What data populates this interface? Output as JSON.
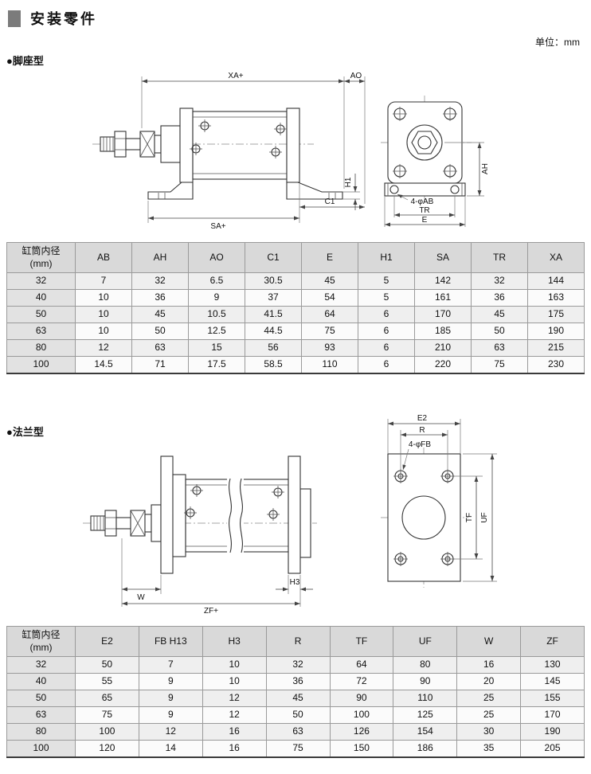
{
  "page": {
    "title": "安装零件",
    "unit": "单位：mm"
  },
  "foot": {
    "heading": "●脚座型",
    "drawing": {
      "xa": "XA+",
      "ao": "AO",
      "h1": "H1",
      "sa": "SA+",
      "c1": "C1",
      "ab": "4-φAB",
      "tr": "TR",
      "e": "E",
      "ah": "AH"
    },
    "table": {
      "bore_header": "缸筒内径",
      "bore_header_sub": "(mm)",
      "columns": [
        "AB",
        "AH",
        "AO",
        "C1",
        "E",
        "H1",
        "SA",
        "TR",
        "XA"
      ],
      "rows": [
        {
          "bore": "32",
          "values": [
            "7",
            "32",
            "6.5",
            "30.5",
            "45",
            "5",
            "142",
            "32",
            "144"
          ]
        },
        {
          "bore": "40",
          "values": [
            "10",
            "36",
            "9",
            "37",
            "54",
            "5",
            "161",
            "36",
            "163"
          ]
        },
        {
          "bore": "50",
          "values": [
            "10",
            "45",
            "10.5",
            "41.5",
            "64",
            "6",
            "170",
            "45",
            "175"
          ]
        },
        {
          "bore": "63",
          "values": [
            "10",
            "50",
            "12.5",
            "44.5",
            "75",
            "6",
            "185",
            "50",
            "190"
          ]
        },
        {
          "bore": "80",
          "values": [
            "12",
            "63",
            "15",
            "56",
            "93",
            "6",
            "210",
            "63",
            "215"
          ]
        },
        {
          "bore": "100",
          "values": [
            "14.5",
            "71",
            "17.5",
            "58.5",
            "110",
            "6",
            "220",
            "75",
            "230"
          ]
        }
      ]
    }
  },
  "flange": {
    "heading": "●法兰型",
    "drawing": {
      "e2": "E2",
      "r": "R",
      "fb": "4-φFB",
      "w": "W",
      "zf": "ZF+",
      "h3": "H3",
      "tf": "TF",
      "uf": "UF"
    },
    "table": {
      "bore_header": "缸筒内径",
      "bore_header_sub": "(mm)",
      "columns": [
        "E2",
        "FB H13",
        "H3",
        "R",
        "TF",
        "UF",
        "W",
        "ZF"
      ],
      "rows": [
        {
          "bore": "32",
          "values": [
            "50",
            "7",
            "10",
            "32",
            "64",
            "80",
            "16",
            "130"
          ]
        },
        {
          "bore": "40",
          "values": [
            "55",
            "9",
            "10",
            "36",
            "72",
            "90",
            "20",
            "145"
          ]
        },
        {
          "bore": "50",
          "values": [
            "65",
            "9",
            "12",
            "45",
            "90",
            "110",
            "25",
            "155"
          ]
        },
        {
          "bore": "63",
          "values": [
            "75",
            "9",
            "12",
            "50",
            "100",
            "125",
            "25",
            "170"
          ]
        },
        {
          "bore": "80",
          "values": [
            "100",
            "12",
            "16",
            "63",
            "126",
            "154",
            "30",
            "190"
          ]
        },
        {
          "bore": "100",
          "values": [
            "120",
            "14",
            "16",
            "75",
            "150",
            "186",
            "35",
            "205"
          ]
        }
      ]
    }
  }
}
